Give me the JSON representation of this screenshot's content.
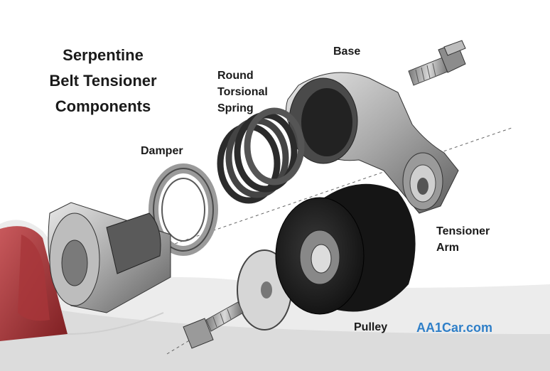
{
  "title": {
    "line1": "Serpentine",
    "line2": "Belt Tensioner",
    "line3": "Components"
  },
  "labels": {
    "base": "Base",
    "spring_line1": "Round",
    "spring_line2": "Torsional",
    "spring_line3": "Spring",
    "damper": "Damper",
    "arm_line1": "Tensioner",
    "arm_line2": "Arm",
    "pulley": "Pulley"
  },
  "credit": "AA1Car.com"
}
